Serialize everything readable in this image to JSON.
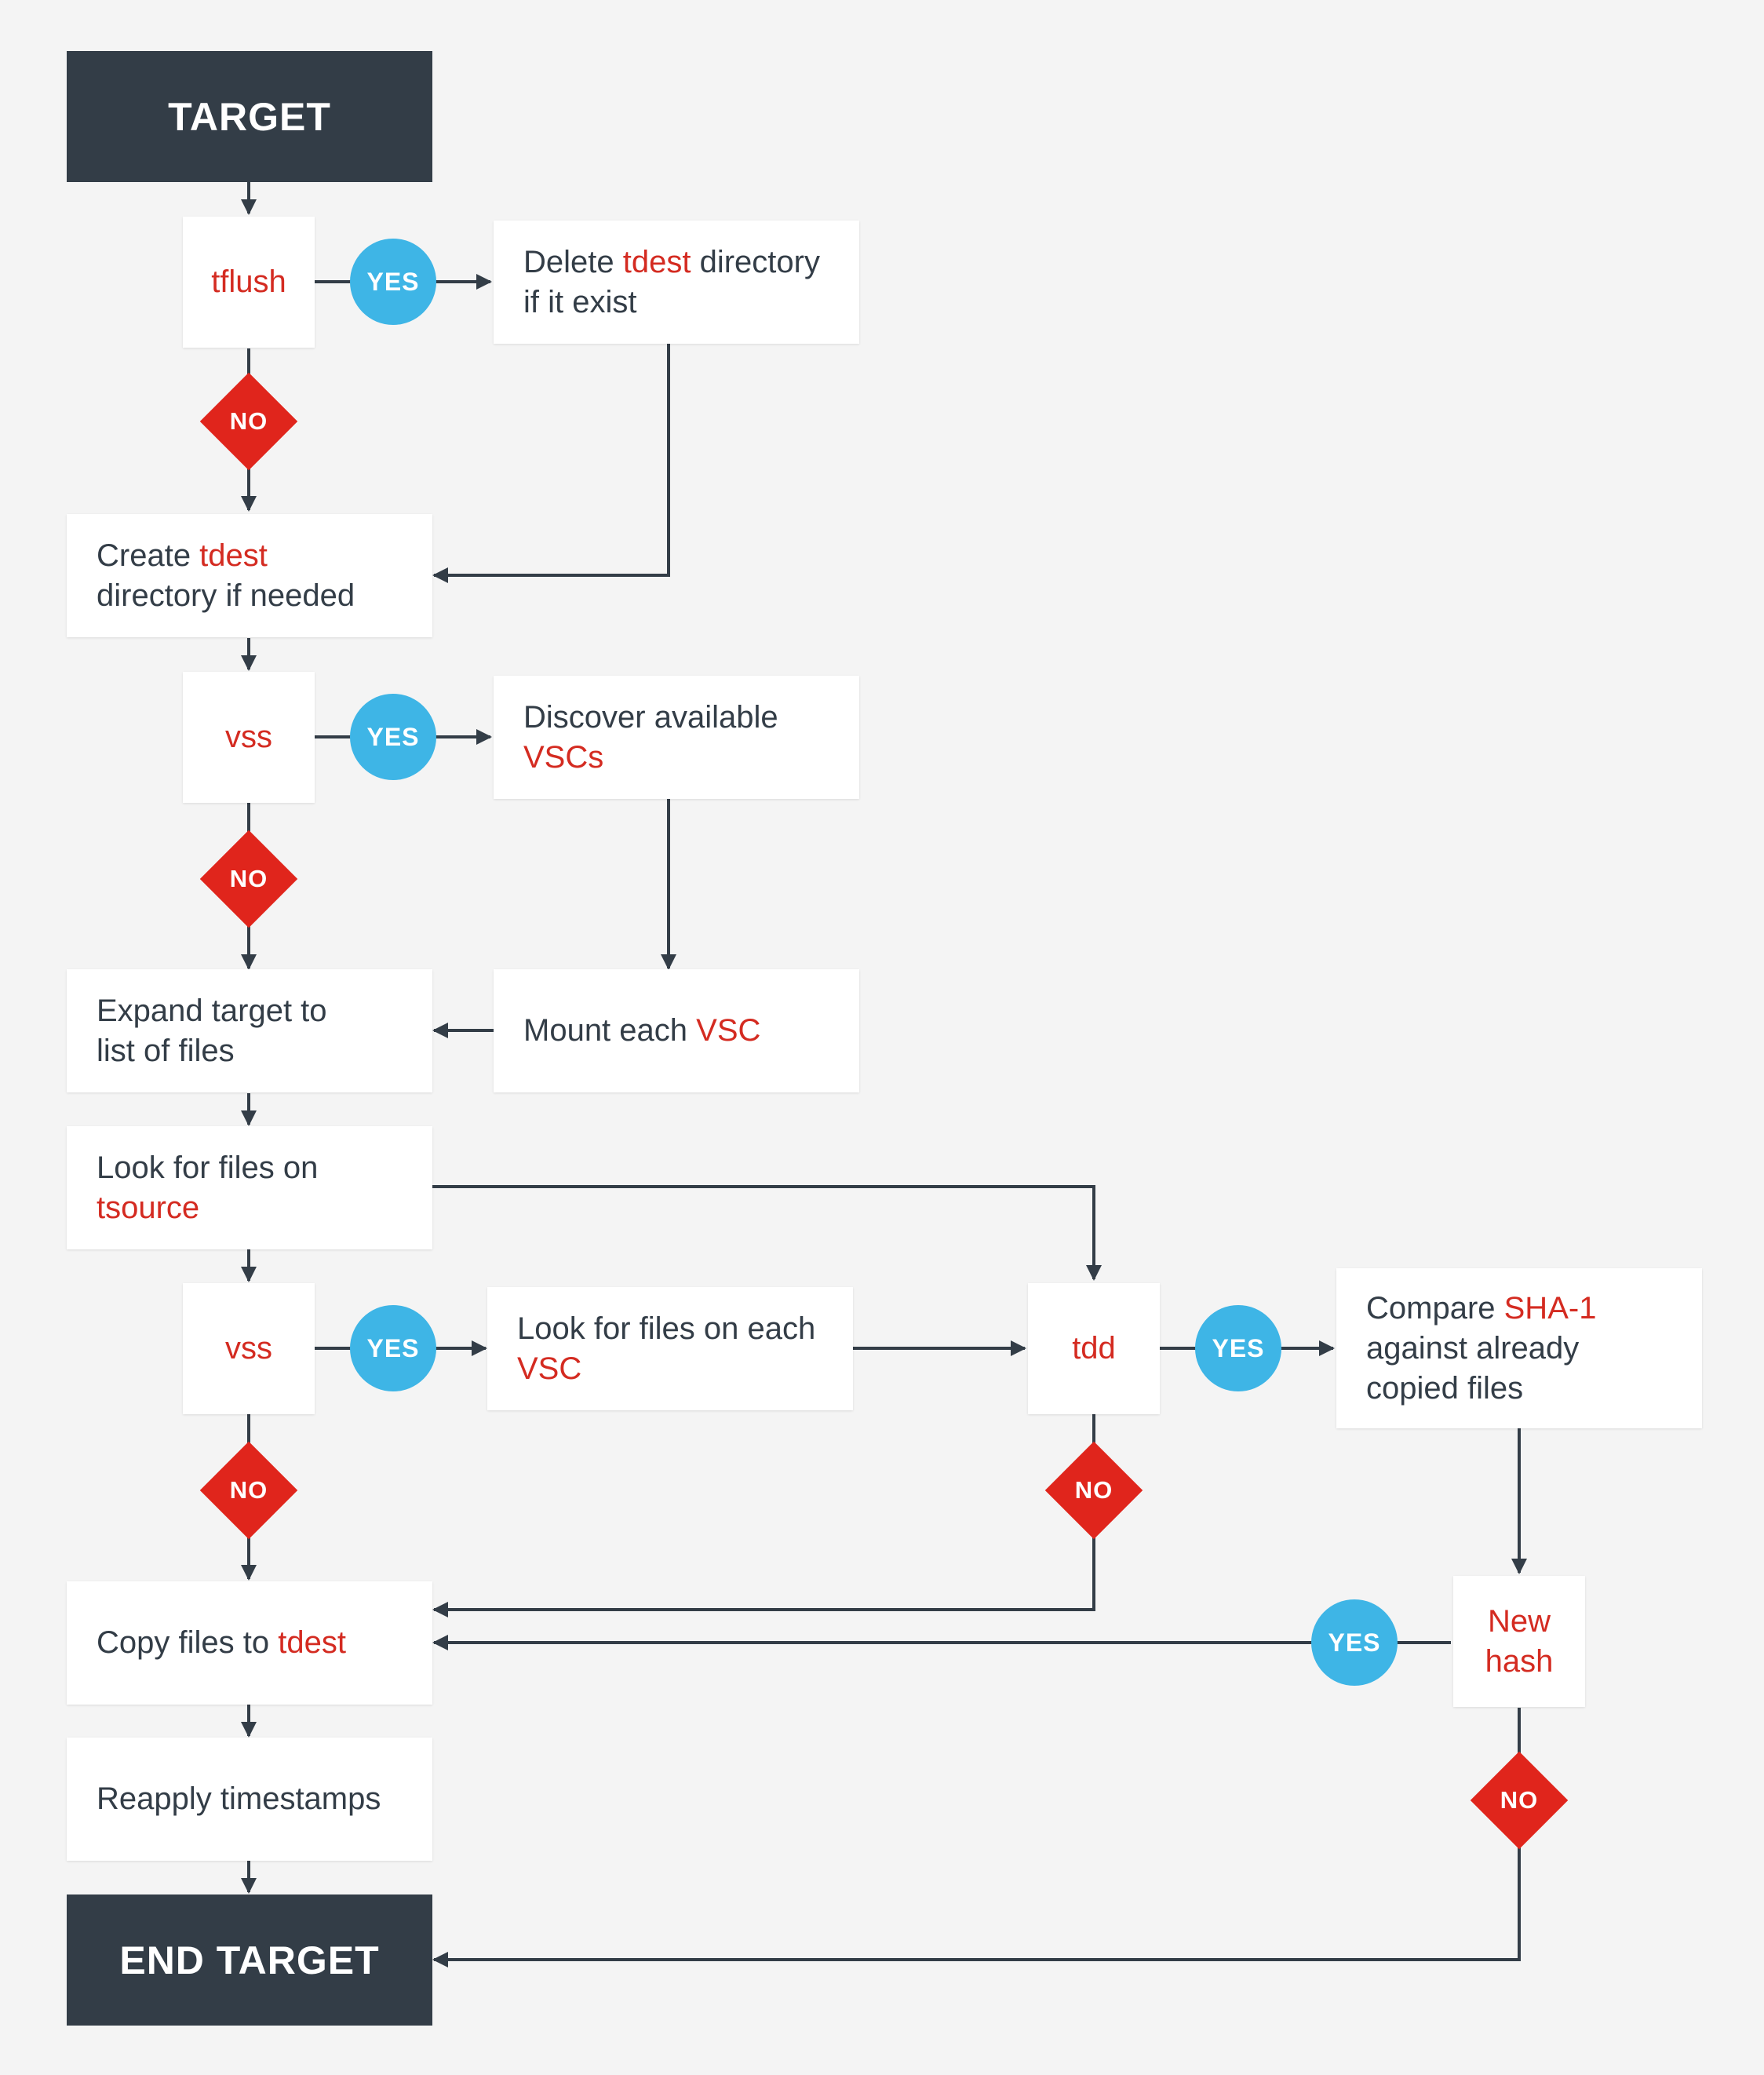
{
  "nodes": {
    "target": {
      "label": "TARGET"
    },
    "tflush": {
      "label": "tflush"
    },
    "delete_tdest": {
      "line1_pre": "Delete ",
      "line1_hl": "tdest",
      "line1_post": " directory",
      "line2": "if it exist"
    },
    "create_tdest": {
      "line1_pre": "Create ",
      "line1_hl": "tdest",
      "line2": "directory if needed"
    },
    "vss1": {
      "label": "vss"
    },
    "discover_vscs": {
      "line1": "Discover available",
      "line2_hl": "VSCs"
    },
    "mount_vsc": {
      "pre": "Mount each ",
      "hl": "VSC"
    },
    "expand_target": {
      "line1": "Expand target to",
      "line2": "list of files"
    },
    "look_tsource": {
      "line1": "Look for files on",
      "line2_hl": "tsource"
    },
    "vss2": {
      "label": "vss"
    },
    "look_each_vsc": {
      "line1": "Look for files on each",
      "line2_hl": "VSC"
    },
    "tdd": {
      "label": "tdd"
    },
    "compare_sha": {
      "line1_pre": "Compare ",
      "line1_hl": "SHA-1",
      "line2": "against already",
      "line3": "copied files"
    },
    "new_hash": {
      "line1": "New",
      "line2": "hash"
    },
    "copy_files": {
      "pre": "Copy files to ",
      "hl": "tdest"
    },
    "reapply": {
      "label": "Reapply timestamps"
    },
    "end_target": {
      "label": "END TARGET"
    }
  },
  "decisions": {
    "yes": "YES",
    "no": "NO"
  },
  "colors": {
    "background": "#f4f4f4",
    "terminal": "#333d47",
    "text": "#333d47",
    "highlight": "#d42b21",
    "yes": "#3eb5e6",
    "no": "#e0251c",
    "connector": "#333d47"
  }
}
